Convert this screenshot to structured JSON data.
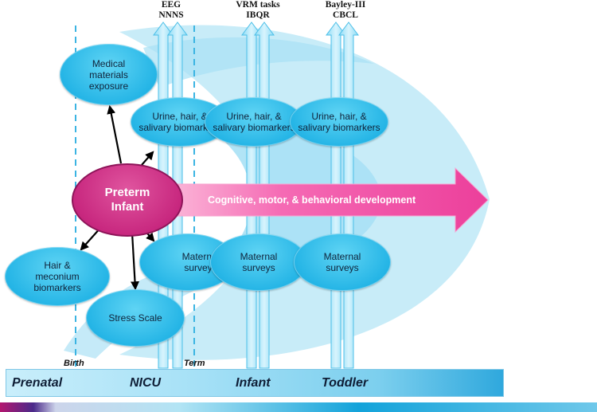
{
  "measures": {
    "nicu": [
      "EEG",
      "NNNS"
    ],
    "infant": [
      "VRM tasks",
      "IBQR"
    ],
    "toddler": [
      "Bayley-III",
      "CBCL"
    ]
  },
  "nodes": {
    "medical_materials": "Medical materials exposure",
    "biomarkers_nicu": "Urine, hair, & salivary biomarkers",
    "biomarkers_infant": "Urine, hair, & salivary biomarkers",
    "biomarkers_toddler": "Urine, hair, & salivary biomarkers",
    "preterm_infant": "Preterm Infant",
    "development": "Cognitive, motor, & behavioral development",
    "maternal_nicu": "Maternal surveys",
    "maternal_infant": "Maternal surveys",
    "maternal_toddler": "Maternal surveys",
    "hair_meconium": "Hair & meconium biomarkers",
    "stress_scale": "Stress Scale"
  },
  "markers": {
    "birth": "Birth",
    "term": "Term"
  },
  "timeline": {
    "prenatal": "Prenatal",
    "nicu": "NICU",
    "infant": "Infant",
    "toddler": "Toddler"
  },
  "colors": {
    "ellipse": "#25b5e6",
    "preterm": "#c8287f",
    "development_arrow": "#f34fa6",
    "background_shape": "#bfe8f7",
    "timeline_bar": "#a9e2f7"
  }
}
